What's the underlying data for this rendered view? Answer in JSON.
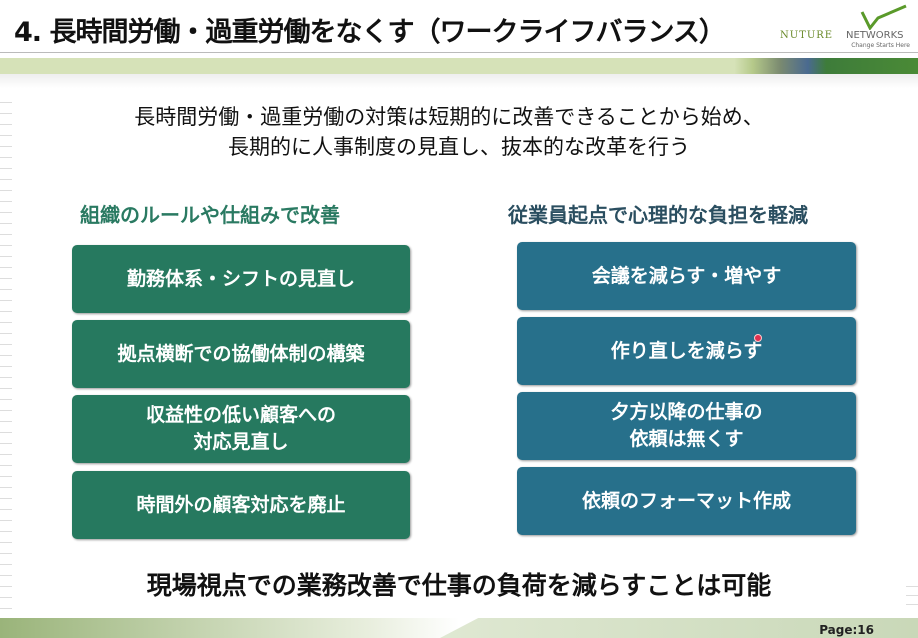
{
  "header": {
    "title": "4. 長時間労働・過重労働をなくす（ワークライフバランス）"
  },
  "logo": {
    "word1": "NUTURE",
    "word2": "NETWORKS",
    "tagline": "Change Starts Here"
  },
  "lead": {
    "line1": "長時間労働・過重労働の対策は短期的に改善できることから始め、",
    "line2": "長期的に人事制度の見直し、抜本的な改革を行う"
  },
  "left": {
    "heading": "組織のルールや仕組みで改善",
    "items": [
      {
        "l1": "勤務体系・シフトの見直し"
      },
      {
        "l1": "拠点横断での協働体制の構築"
      },
      {
        "l1": "収益性の低い顧客への",
        "l2": "対応見直し"
      },
      {
        "l1": "時間外の顧客対応を廃止"
      }
    ]
  },
  "right": {
    "heading": "従業員起点で心理的な負担を軽減",
    "items": [
      {
        "l1": "会議を減らす・増やす"
      },
      {
        "l1": "作り直しを減らす"
      },
      {
        "l1": "夕方以降の仕事の",
        "l2": "依頼は無くす"
      },
      {
        "l1": "依頼のフォーマット作成"
      }
    ]
  },
  "conclusion": "現場視点での業務改善で仕事の負荷を減らすことは可能",
  "footer": {
    "page": "Page:16"
  },
  "colors": {
    "left_box": "#26795f",
    "right_box": "#27708b",
    "left_heading": "#2a7a62",
    "right_heading": "#2a4e60"
  }
}
